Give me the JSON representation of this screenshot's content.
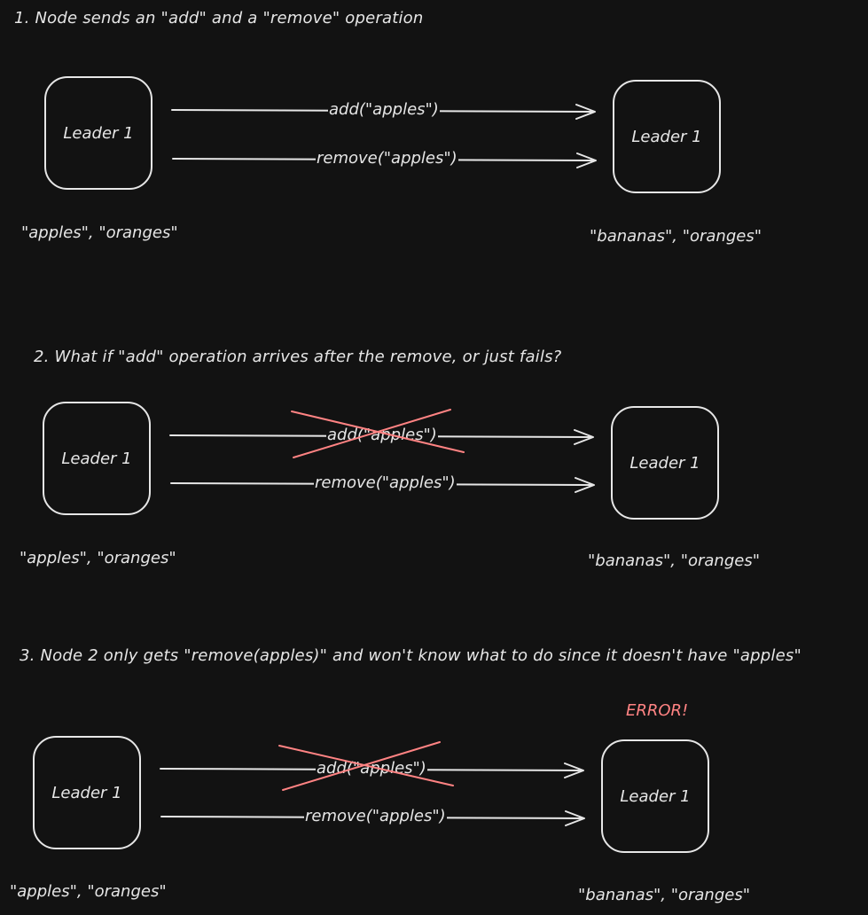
{
  "colors": {
    "background": "#121212",
    "stroke": "#e6e6e6",
    "error": "#ff8383"
  },
  "scenarios": [
    {
      "heading": "1. Node sends an \"add\" and a \"remove\" operation",
      "left_node": "Leader 1",
      "right_node": "Leader 1",
      "left_state": "\"apples\", \"oranges\"",
      "right_state": "\"bananas\", \"oranges\"",
      "op_add": "add(\"apples\")",
      "op_remove": "remove(\"apples\")",
      "add_crossed": false
    },
    {
      "heading": "2. What if \"add\" operation arrives after the remove, or just fails?",
      "left_node": "Leader 1",
      "right_node": "Leader 1",
      "left_state": "\"apples\", \"oranges\"",
      "right_state": "\"bananas\", \"oranges\"",
      "op_add": "add(\"apples\")",
      "op_remove": "remove(\"apples\")",
      "add_crossed": true
    },
    {
      "heading": "3. Node 2 only gets \"remove(apples)\" and won't know what to do since it doesn't have \"apples\"",
      "left_node": "Leader 1",
      "right_node": "Leader 1",
      "left_state": "\"apples\", \"oranges\"",
      "right_state": "\"bananas\", \"oranges\"",
      "op_add": "add(\"apples\")",
      "op_remove": "remove(\"apples\")",
      "add_crossed": true,
      "error": "ERROR!"
    }
  ]
}
